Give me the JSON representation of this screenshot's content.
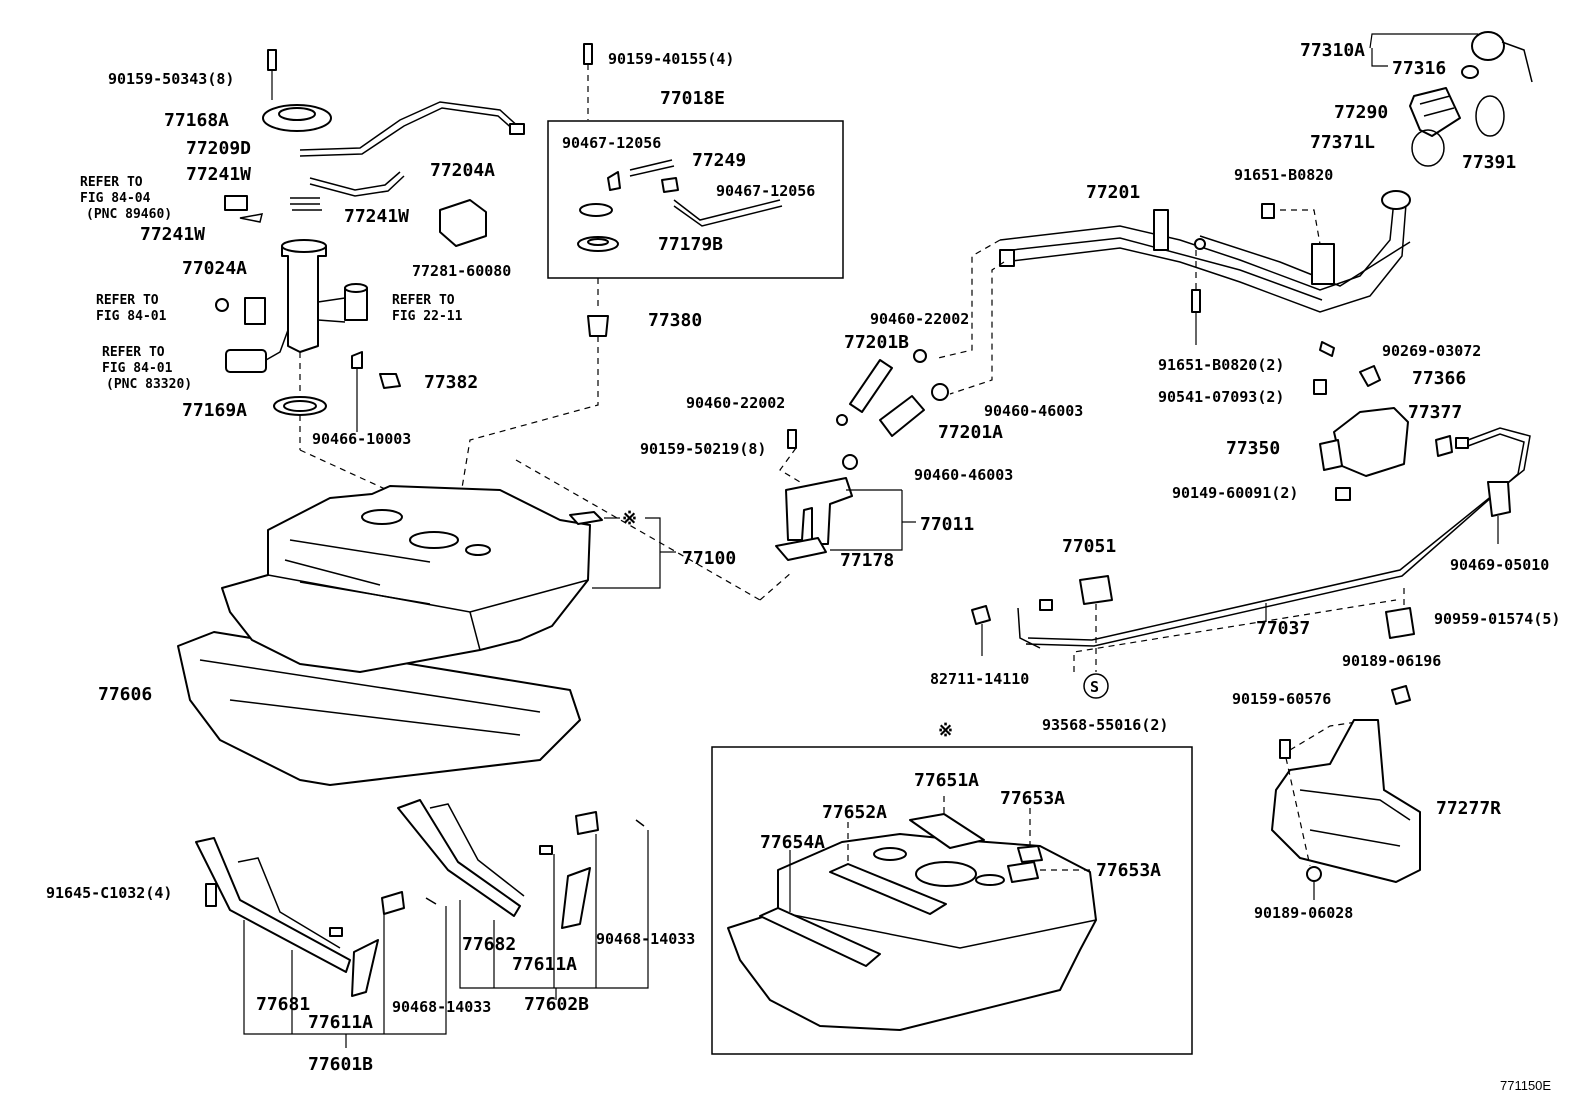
{
  "labels": {
    "p90159_50343": "90159-50343(8)",
    "p77168A": "77168A",
    "p77209D": "77209D",
    "p77241W_a": "77241W",
    "p77204A": "77204A",
    "p77241W_b": "77241W",
    "p77241W_c": "77241W",
    "p77024A": "77024A",
    "p77281_60080": "77281-60080",
    "p77382": "77382",
    "p77169A": "77169A",
    "p90466_10003": "90466-10003",
    "p90159_40155": "90159-40155(4)",
    "p77018E": "77018E",
    "p90467_12056_a": "90467-12056",
    "p77249": "77249",
    "p90467_12056_b": "90467-12056",
    "p77179B": "77179B",
    "p77380": "77380",
    "p77310A": "77310A",
    "p77316": "77316",
    "p77290": "77290",
    "p77371L": "77371L",
    "p77391": "77391",
    "p91651_B0820_a": "91651-B0820",
    "p77201": "77201",
    "p91651_B0820_b": "91651-B0820(2)",
    "p90460_22002_a": "90460-22002",
    "p77201B": "77201B",
    "p90460_22002_b": "90460-22002",
    "p90460_46003_a": "90460-46003",
    "p77201A": "77201A",
    "p90159_50219": "90159-50219(8)",
    "p90460_46003_b": "90460-46003",
    "p77011": "77011",
    "p77178": "77178",
    "p77100": "77100",
    "p90269_03072": "90269-03072",
    "p90541_07093": "90541-07093(2)",
    "p77366": "77366",
    "p77377": "77377",
    "p77350": "77350",
    "p90149_60091": "90149-60091(2)",
    "p90469_05010": "90469-05010",
    "p77051": "77051",
    "p77037": "77037",
    "p90959_01574": "90959-01574(5)",
    "p82711_14110": "82711-14110",
    "p93568_55016": "93568-55016(2)",
    "p90189_06196": "90189-06196",
    "p90159_60576": "90159-60576",
    "p77277R": "77277R",
    "p90189_06028": "90189-06028",
    "p77606": "77606",
    "p91645_C1032": "91645-C1032(4)",
    "p77681": "77681",
    "p77611A_a": "77611A",
    "p90468_14033_a": "90468-14033",
    "p77601B": "77601B",
    "p77682": "77682",
    "p77611A_b": "77611A",
    "p90468_14033_b": "90468-14033",
    "p77602B": "77602B",
    "p77651A": "77651A",
    "p77652A": "77652A",
    "p77653A_a": "77653A",
    "p77654A": "77654A",
    "p77653A_b": "77653A",
    "code": "771150E"
  },
  "refs": {
    "r1_l1": "REFER TO",
    "r1_l2": "FIG 84-04",
    "r1_l3": "(PNC 89460)",
    "r2_l1": "REFER TO",
    "r2_l2": "FIG 84-01",
    "r3_l1": "REFER TO",
    "r3_l2": "FIG 22-11",
    "r4_l1": "REFER TO",
    "r4_l2": "FIG 84-01",
    "r4_l3": "(PNC 83320)"
  },
  "symbols": {
    "s_mark": "S",
    "note_mark_a": "※",
    "note_mark_b": "※"
  }
}
